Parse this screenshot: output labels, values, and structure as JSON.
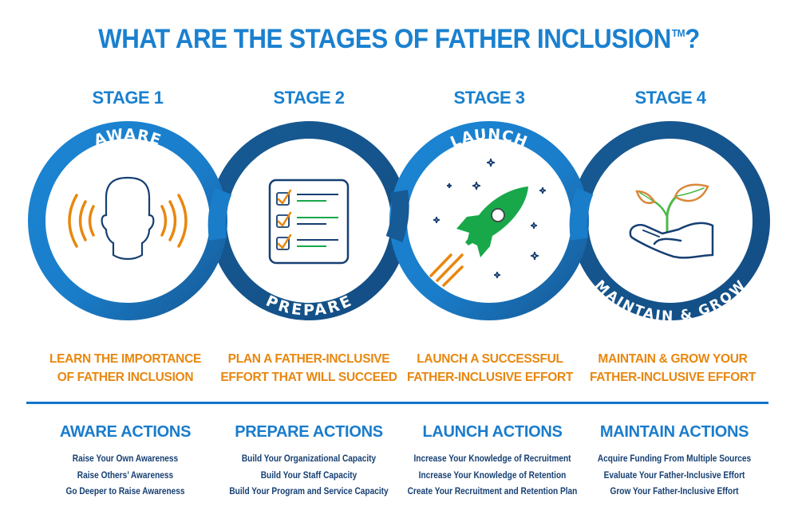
{
  "title": {
    "text": "WHAT ARE THE STAGES OF FATHER INCLUSION",
    "trademark": "TM",
    "suffix": "?"
  },
  "colors": {
    "primary_blue": "#1a80cf",
    "dark_blue": "#175389",
    "navy": "#163f72",
    "orange": "#e8870f",
    "green": "#18a84a",
    "white": "#ffffff"
  },
  "stages": [
    {
      "label": "STAGE 1",
      "ring_text": "AWARE",
      "ring_text_position": "top",
      "icon": "head-sound-waves-icon",
      "description_line1": "LEARN THE IMPORTANCE",
      "description_line2": "OF FATHER INCLUSION",
      "actions_title": "AWARE ACTIONS",
      "actions": [
        "Raise Your Own Awareness",
        "Raise Others’ Awareness",
        "Go Deeper to Raise Awareness"
      ]
    },
    {
      "label": "STAGE 2",
      "ring_text": "PREPARE",
      "ring_text_position": "bottom",
      "icon": "checklist-icon",
      "description_line1": "PLAN A FATHER-INCLUSIVE",
      "description_line2": "EFFORT THAT WILL SUCCEED",
      "actions_title": "PREPARE ACTIONS",
      "actions": [
        "Build Your Organizational Capacity",
        "Build Your Staff Capacity",
        "Build Your Program and Service Capacity"
      ]
    },
    {
      "label": "STAGE 3",
      "ring_text": "LAUNCH",
      "ring_text_position": "top",
      "icon": "rocket-icon",
      "description_line1": "LAUNCH A SUCCESSFUL",
      "description_line2": "FATHER-INCLUSIVE EFFORT",
      "actions_title": "LAUNCH ACTIONS",
      "actions": [
        "Increase Your Knowledge of Recruitment",
        "Increase Your Knowledge of Retention",
        "Create Your Recruitment and Retention Plan"
      ]
    },
    {
      "label": "STAGE 4",
      "ring_text": "MAINTAIN & GROW",
      "ring_text_position": "bottom",
      "icon": "hand-sprout-icon",
      "description_line1": "MAINTAIN & GROW YOUR",
      "description_line2": "FATHER-INCLUSIVE EFFORT",
      "actions_title": "MAINTAIN ACTIONS",
      "actions": [
        "Acquire Funding From Multiple Sources",
        "Evaluate Your Father-Inclusive Effort",
        "Grow Your Father-Inclusive Effort"
      ]
    }
  ]
}
